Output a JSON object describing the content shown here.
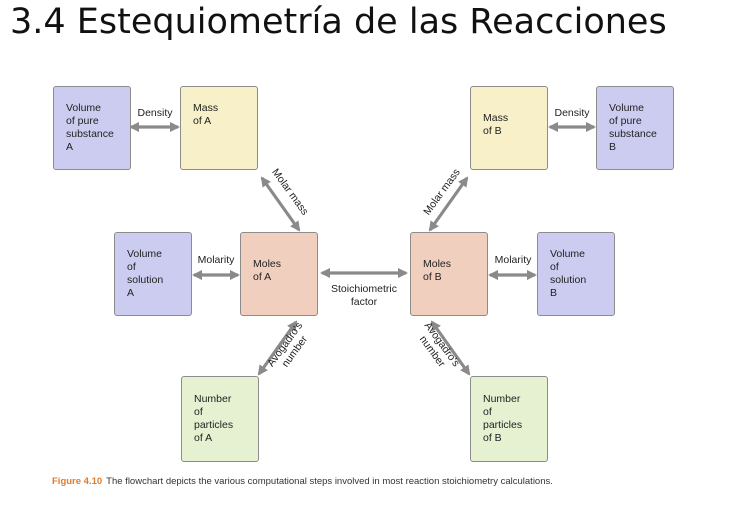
{
  "slide": {
    "title": "3.4 Estequiometría de las Reacciones"
  },
  "diagram": {
    "nodes": {
      "volume_pure_a": "Volume\nof pure\nsubstance\nA",
      "mass_a": "Mass\nof A",
      "mass_b": "Mass\nof B",
      "volume_pure_b": "Volume\nof pure\nsubstance\nB",
      "volume_solution_a": "Volume\nof\nsolution\nA",
      "moles_a": "Moles\nof A",
      "moles_b": "Moles\nof B",
      "volume_solution_b": "Volume\nof\nsolution\nB",
      "particles_a": "Number\nof\nparticles\nof A",
      "particles_b": "Number\nof\nparticles\nof B"
    },
    "edges": {
      "density_a": "Density",
      "density_b": "Density",
      "molar_mass_a": "Molar mass",
      "molar_mass_b": "Molar mass",
      "molarity_a": "Molarity",
      "molarity_b": "Molarity",
      "stoichiometric": "Stoichiometric\nfactor",
      "avogadro_a": "Avogadro's\nnumber",
      "avogadro_b": "Avogadro's\nnumber"
    },
    "colors": {
      "volume": "#ccccf0",
      "mass": "#f7f0c8",
      "moles": "#f0cfbf",
      "particles": "#e6f1d2",
      "arrow": "#8a8a8a",
      "figure_label": "#e07b2a"
    }
  },
  "caption": {
    "figure_label": "Figure 4.10",
    "text": "The flowchart depicts the various computational steps involved in most reaction stoichiometry calculations."
  }
}
